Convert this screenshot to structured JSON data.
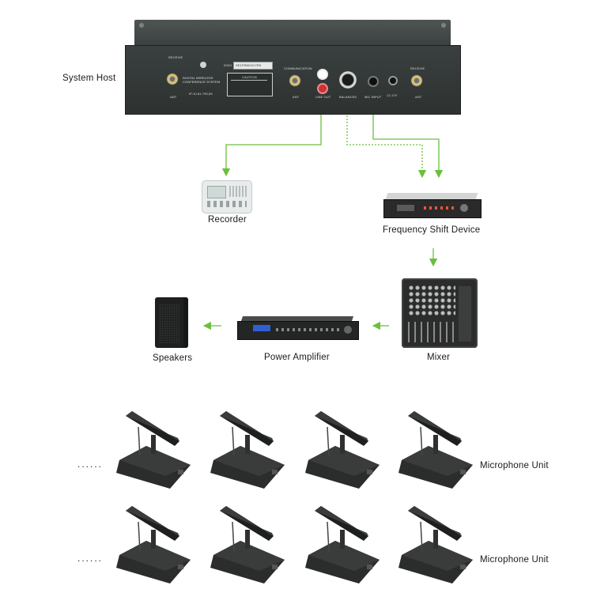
{
  "labels": {
    "system_host": "System Host",
    "recorder": "Recorder",
    "frequency_shift_device": "Frequency Shift Device",
    "mixer": "Mixer",
    "power_amplifier": "Power Amplifier",
    "speakers": "Speakers",
    "microphone_unit_row1": "Microphone Unit",
    "microphone_unit_row2": "Microphone Unit"
  },
  "host_panel": {
    "receive_left": "RECEIVE",
    "ant_left": "ANT",
    "id_label": "IDNO",
    "serial": "SE1PSNKS1YR0",
    "product_name": "DIGITAL WIRELESS CONFERENCE SYSTEM",
    "ip": "IP:10.81.790.83",
    "caution": "CAUTION",
    "communication": "COMMUNICATION",
    "ant_mid": "ANT",
    "line_out": "LINE OUT",
    "balanced": "BALANCED",
    "mic_input": "MIC INPUT",
    "power": "12-17V",
    "receive_right": "RECEIVE",
    "ant_right": "ANT"
  },
  "ellipsis": {
    "row1": "......",
    "row2": "......"
  },
  "colors": {
    "connector_line": "#6cbf3c",
    "host_body": "#343a39",
    "background": "#ffffff"
  }
}
